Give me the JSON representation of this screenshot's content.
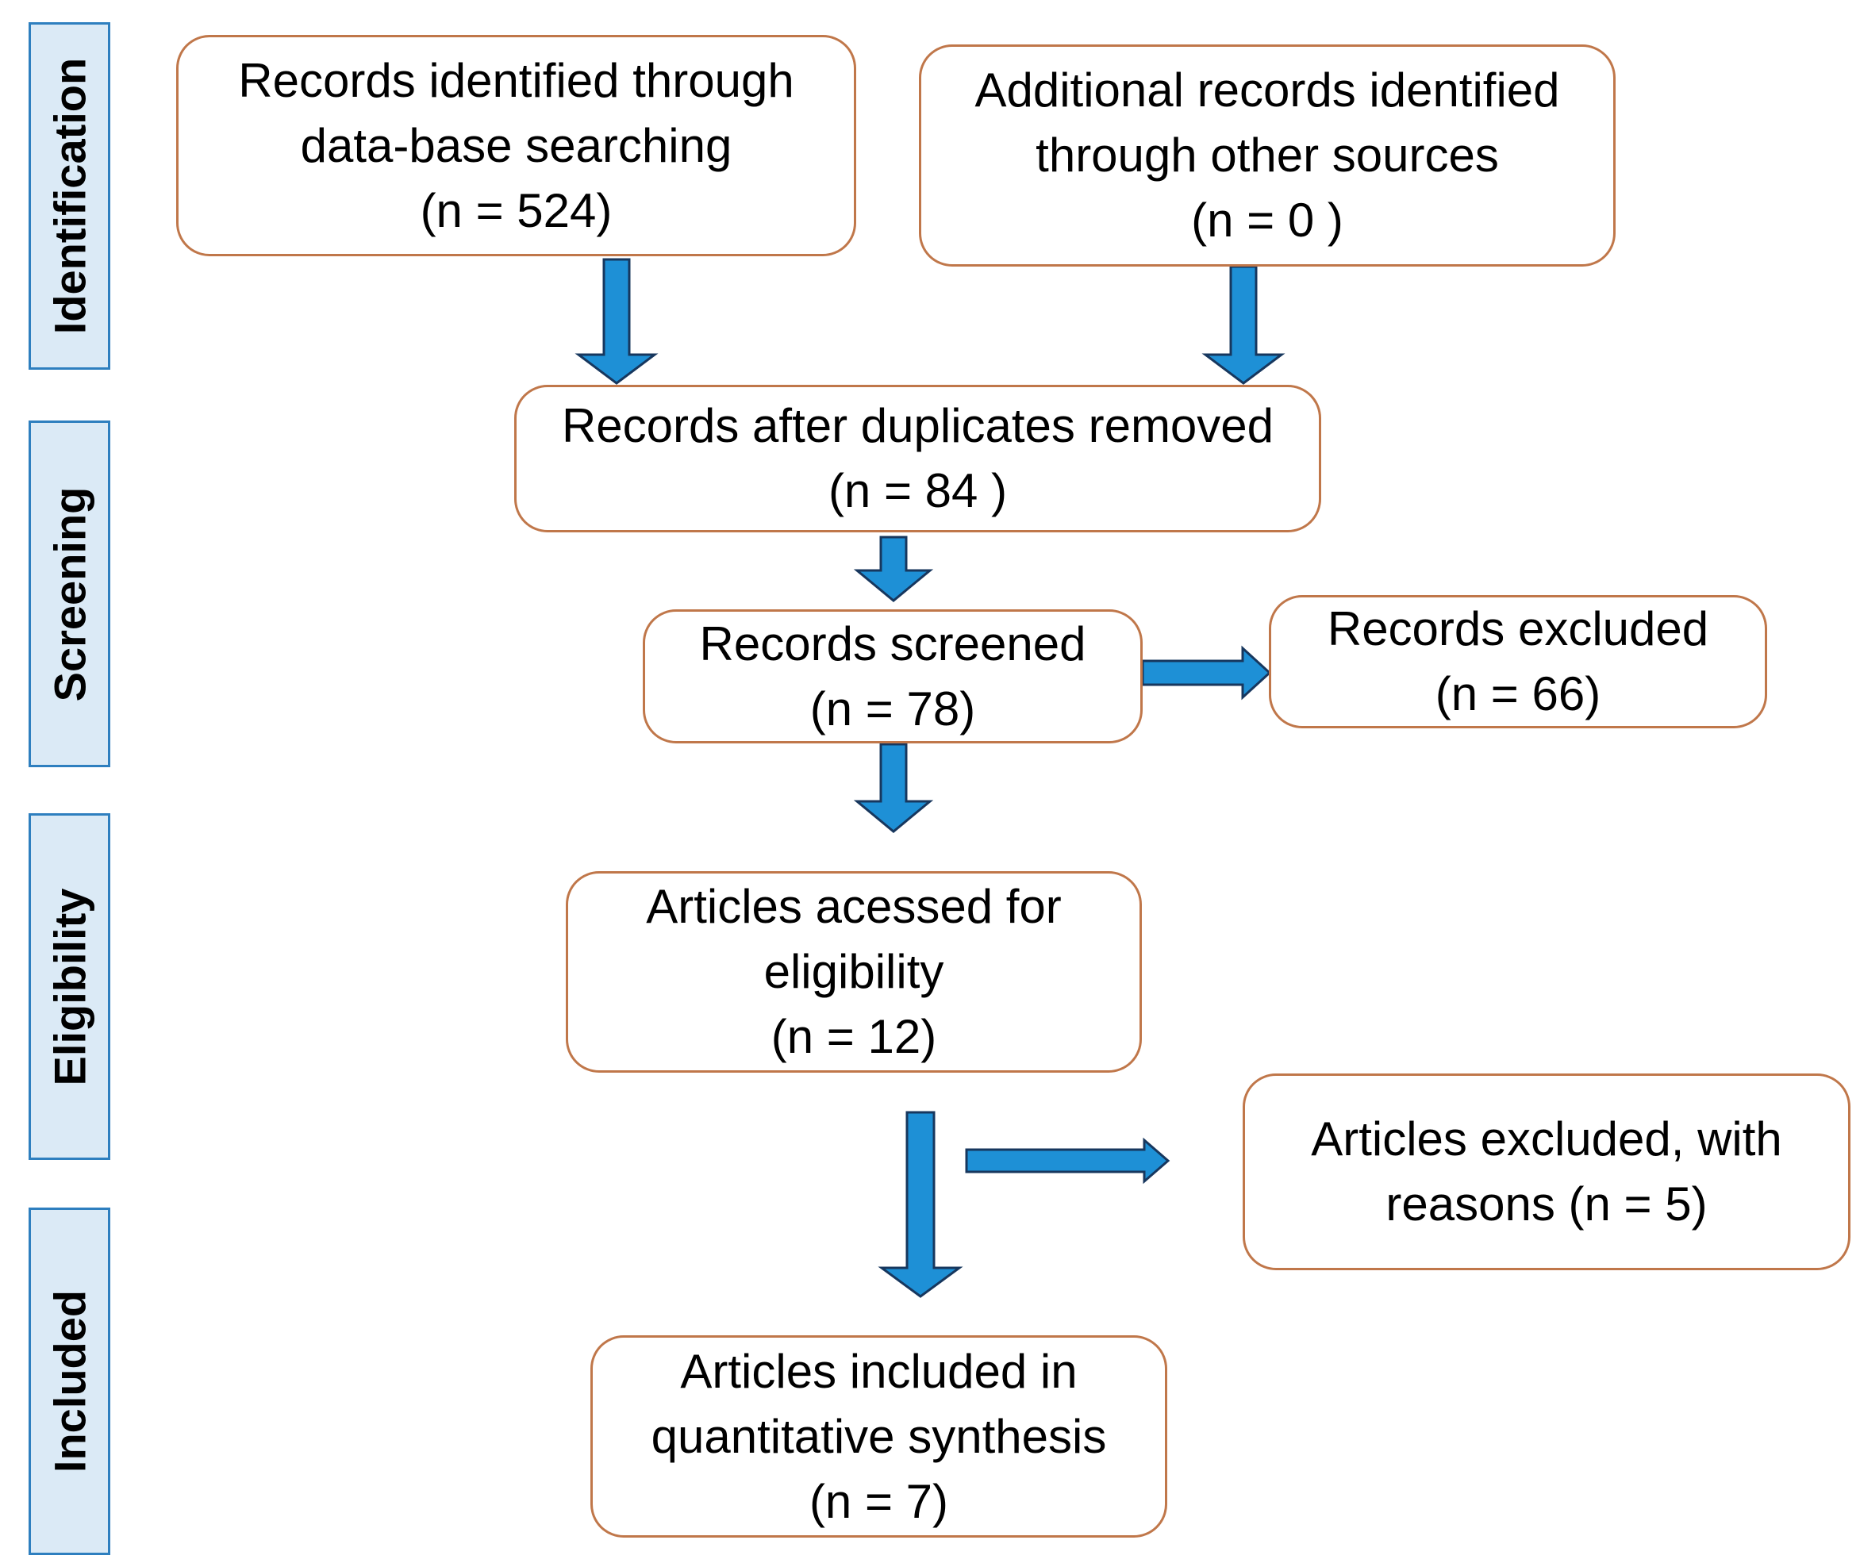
{
  "colors": {
    "stage_fill": "#dbeaf6",
    "stage_border": "#2e7fbf",
    "box_border": "#c0774a",
    "arrow_fill": "#1e90d6",
    "arrow_outline": "#17375e"
  },
  "stages": {
    "identification": "Identification",
    "screening": "Screening",
    "eligibility": "Eligibility",
    "included": "Included"
  },
  "boxes": {
    "database_records": {
      "line1": "Records identified through",
      "line2": "data-base searching",
      "line3": "(n = 524)"
    },
    "other_records": {
      "line1": "Additional records identified",
      "line2": "through other sources",
      "line3": "(n = 0 )"
    },
    "after_duplicates": {
      "line1": "Records after duplicates removed",
      "line2": "(n = 84 )"
    },
    "screened": {
      "line1": "Records screened",
      "line2": "(n = 78)"
    },
    "excluded": {
      "line1": "Records excluded",
      "line2": "(n = 66)"
    },
    "eligibility": {
      "line1": "Articles acessed for",
      "line2": "eligibility",
      "line3": "(n = 12)"
    },
    "excluded_reasons": {
      "line1": "Articles excluded, with",
      "line2": "reasons (n = 5)"
    },
    "included": {
      "line1": "Articles included in",
      "line2": "quantitative synthesis",
      "line3": "(n = 7)"
    }
  }
}
